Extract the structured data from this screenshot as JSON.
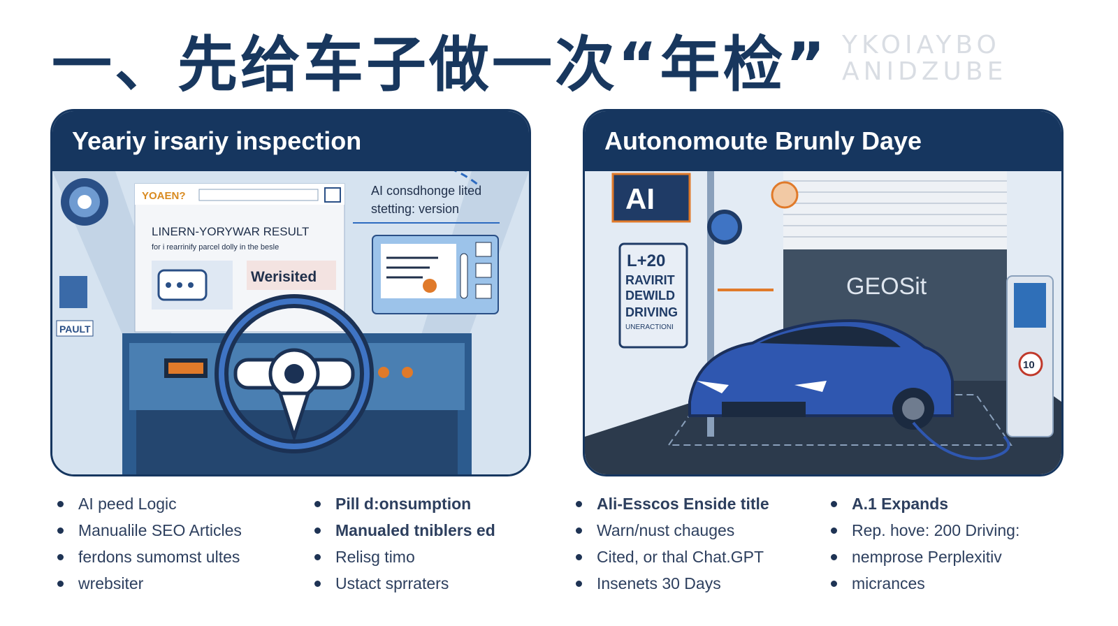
{
  "title": "一、先给车子做一次“年检”",
  "watermark": {
    "line1": "YKOIAYBO",
    "line2": "ANIDZUBE"
  },
  "left_panel": {
    "header": "Yeariy irsariy inspection",
    "search_label": "YOAEN?",
    "result_title": "LINERN-YORYWAR RESULT",
    "result_sub": "for i rearrinify parcel dolly in the besle",
    "weristed": "Werisited",
    "ai_note_line1": "AI consdhonge lited",
    "ai_note_line2": "stetting: version",
    "sign_text": "PAULT"
  },
  "right_panel": {
    "header": "Autonomoute Brunly Daye",
    "ai_badge": "AI",
    "sign_lines": [
      "L+20",
      "RAVIRIT",
      "DEWILD",
      "DRIVING",
      "UNERACTIONI"
    ],
    "garage_sign": "GEOSit",
    "speed_sign": "10"
  },
  "bullets": {
    "col1": [
      "AI peed Logic",
      "Manualile SEO Articles",
      "ferdons sumomst ultes",
      "wrebsiter"
    ],
    "col2": [
      "Pill d:onsumption",
      "Manualed tniblers ed",
      "Relisg timo",
      "Ustact sprraters"
    ],
    "col3": [
      "Ali-Esscos Enside title",
      "Warn/nust chauges",
      "Cited, or thal Chat.GPT",
      "Insenets 30 Days"
    ],
    "col4": [
      "A.1 Expands",
      "Rep. hove: 200 Driving:",
      "nemprose Perplexitiv",
      "micrances"
    ]
  },
  "colors": {
    "navy": "#16365f",
    "light_blue": "#dbe7f3",
    "car_blue": "#2f57b0",
    "orange": "#e07a2a"
  }
}
